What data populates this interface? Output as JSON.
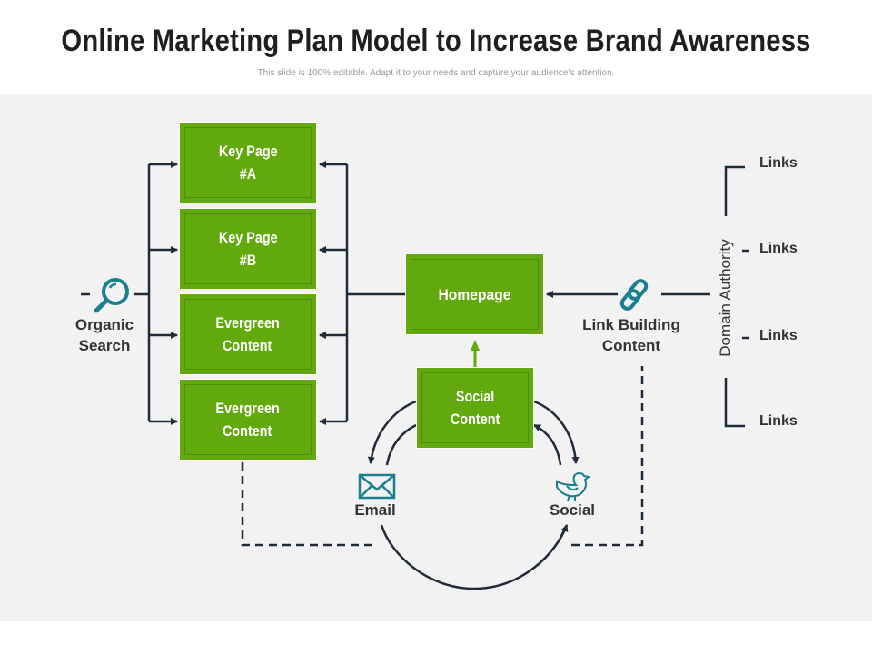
{
  "header": {
    "title": "Online Marketing Plan Model to Increase Brand Awareness",
    "subtitle": "This slide is 100% editable. Adapt it to your needs and capture your audience’s attention."
  },
  "diagram": {
    "boxes": {
      "key_page_a": [
        "Key Page",
        "#A"
      ],
      "key_page_b": [
        "Key Page",
        "#B"
      ],
      "evergreen_1": [
        "Evergreen",
        "Content"
      ],
      "evergreen_2": [
        "Evergreen",
        "Content"
      ],
      "homepage": "Homepage",
      "social_content": [
        "Social",
        "Content"
      ]
    },
    "labels": {
      "organic_search": [
        "Organic",
        "Search"
      ],
      "link_building": [
        "Link Building",
        "Content"
      ],
      "email": "Email",
      "social": "Social",
      "domain_authority": "Domain Authority"
    },
    "links": [
      "Links",
      "Links",
      "Links",
      "Links"
    ],
    "colors": {
      "box_green": "#62a90e",
      "line_dark": "#1f2a3a",
      "icon_teal": "#1a7f8e",
      "panel_bg": "#f2f2f2"
    },
    "icons": {
      "organic_search": "magnifier-icon",
      "link_building": "chain-link-icon",
      "email": "envelope-icon",
      "social": "bird-icon"
    }
  }
}
